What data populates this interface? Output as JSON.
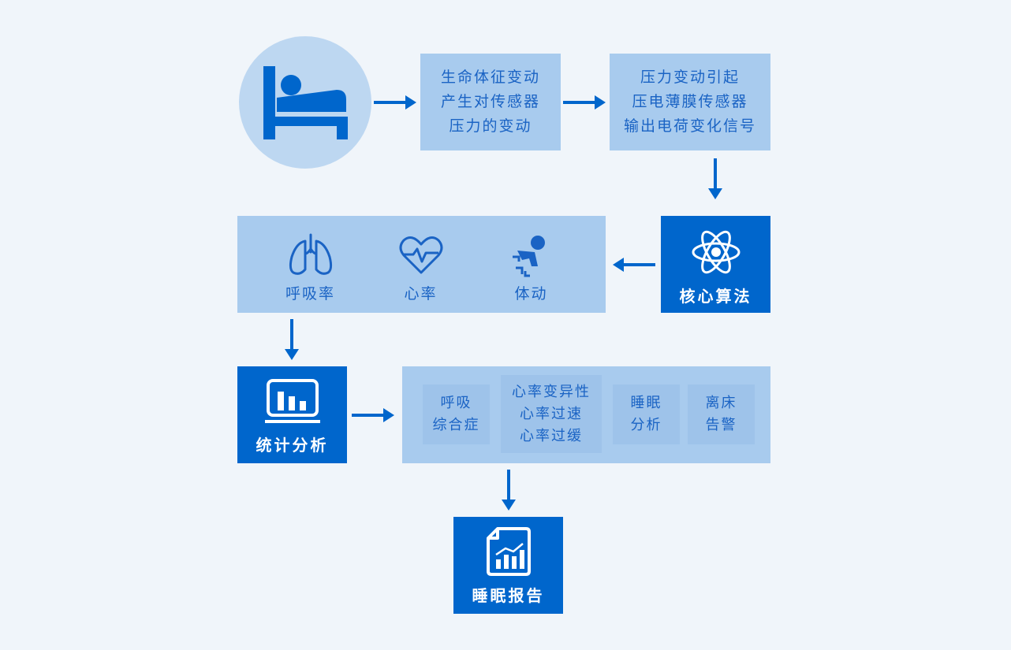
{
  "step1": {
    "lines": [
      "生命体征变动",
      "产生对传感器",
      "压力的变动"
    ]
  },
  "step2": {
    "lines": [
      "压力变动引起",
      "压电薄膜传感器",
      "输出电荷变化信号"
    ]
  },
  "core": {
    "label": "核心算法",
    "icon": "atom-icon"
  },
  "metrics": [
    {
      "label": "呼吸率",
      "icon": "lungs-icon"
    },
    {
      "label": "心率",
      "icon": "heartbeat-icon"
    },
    {
      "label": "体动",
      "icon": "body-movement-icon"
    }
  ],
  "stats": {
    "label": "统计分析",
    "icon": "bar-chart-icon"
  },
  "analysis": [
    {
      "lines": [
        "呼吸",
        "综合症"
      ]
    },
    {
      "lines": [
        "心率变异性",
        "心率过速",
        "心率过缓"
      ]
    },
    {
      "lines": [
        "睡眠",
        "分析"
      ]
    },
    {
      "lines": [
        "离床",
        "告警"
      ]
    }
  ],
  "report": {
    "label": "睡眠报告",
    "icon": "report-icon"
  },
  "colors": {
    "accent": "#0066cc",
    "light_box": "#a8cbee",
    "text": "#1a63c4",
    "background": "#f0f5fa"
  }
}
